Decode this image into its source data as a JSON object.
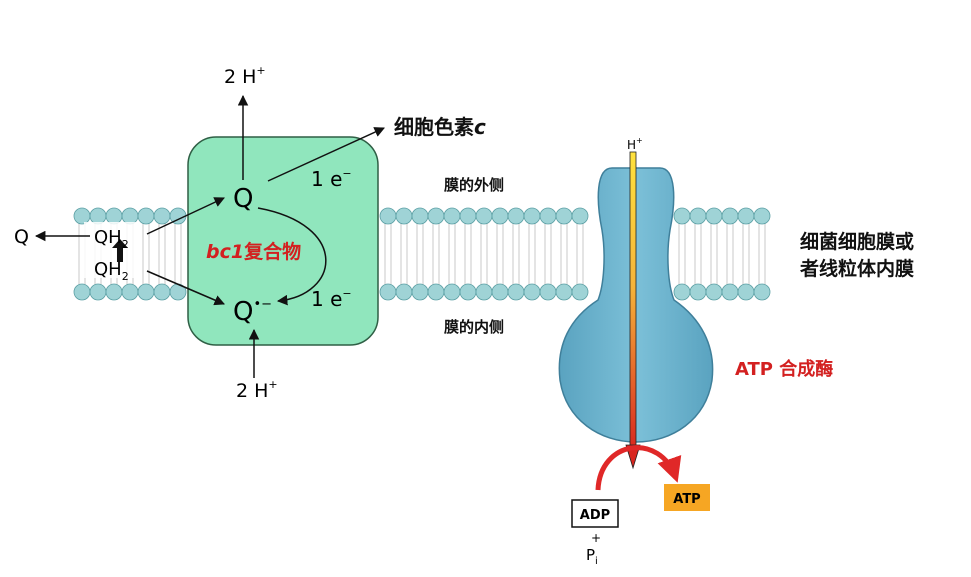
{
  "labels": {
    "proton_top": "2 H",
    "proton_top_sup": "+",
    "proton_bottom": "2 H",
    "proton_bottom_sup": "+",
    "cytochrome_c": "细胞色素",
    "cytochrome_c_italic": "c",
    "electron_top": "1 e",
    "electron_top_sup": "−",
    "electron_bottom": "1 e",
    "electron_bottom_sup": "−",
    "q_top": "Q",
    "q_semiquinone": "Q",
    "q_semiquinone_sup": "•−",
    "q_left": "Q",
    "qh2_top": "QH",
    "qh2_top_sub": "2",
    "qh2_bottom": "QH",
    "qh2_bottom_sub": "2",
    "bc1_italic": "bc1",
    "bc1_rest": "复合物",
    "outer_side": "膜的外侧",
    "inner_side": "膜的内侧",
    "membrane_line1": "细菌细胞膜或",
    "membrane_line2": "者线粒体内膜",
    "atp_synthase": "ATP 合成酶",
    "synthase_h": "H",
    "synthase_h_sup": "+",
    "adp": "ADP",
    "atp": "ATP",
    "plus": "+",
    "pi": "P",
    "pi_sub": "i"
  },
  "colors": {
    "complex_fill": "#90e6bd",
    "complex_stroke": "#2f5f45",
    "lipid_head": "#9fd3d6",
    "lipid_head_stroke": "#5a9ea3",
    "synthase_fill": "#6fb5cf",
    "synthase_stroke": "#3f7f9a",
    "atp_box": "#f6a623",
    "red_text": "#d32020",
    "arrow_red": "#e02828",
    "channel_yellow": "#ffe23d"
  }
}
